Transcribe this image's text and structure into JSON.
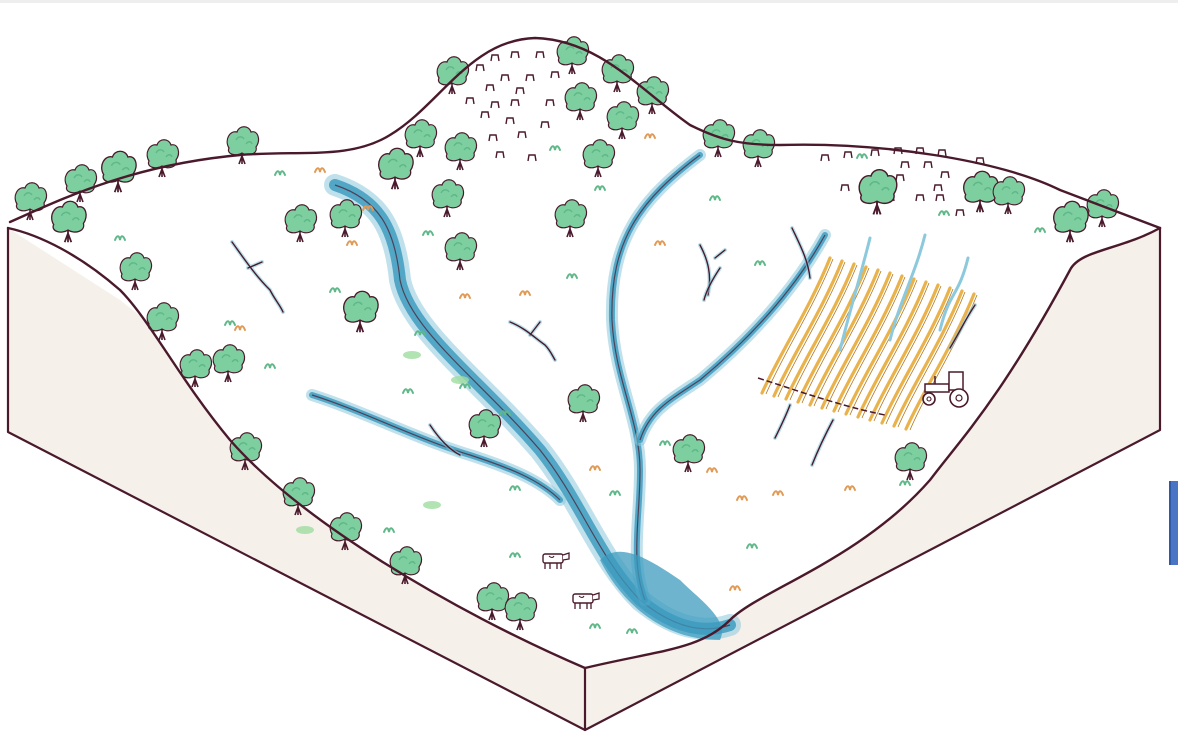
{
  "colors": {
    "outline": "#4a1a2c",
    "soil": "#f5f0ea",
    "surface": "#ffffff",
    "tree_canopy": "#7ecfa0",
    "tree_canopy_dark": "#5fb888",
    "grass": "#9fdca0",
    "river": "#3e9bbf",
    "river_light": "#8cc9dc",
    "crop": "#e9b24a",
    "dry_patch": "#e09a55",
    "edge_tab": "#4a74c4"
  },
  "scene": {
    "icons": [
      "tree-icon",
      "stump-icon",
      "cow-icon",
      "tractor-icon",
      "crop-field",
      "river",
      "gully",
      "grass-tuft"
    ]
  }
}
